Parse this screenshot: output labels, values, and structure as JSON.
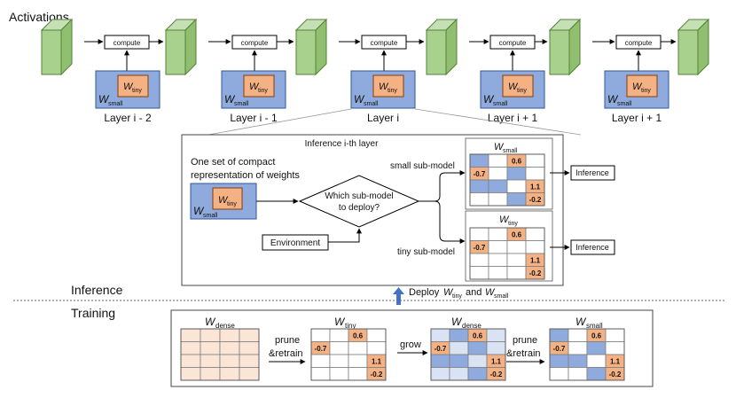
{
  "top": {
    "activations_label": "Activations",
    "compute_label": "compute",
    "layer_labels": [
      "Layer i - 2",
      "Layer i - 1",
      "Layer i",
      "Layer i + 1",
      "Layer i + 1"
    ],
    "w_small_label": "W_small",
    "w_tiny_label": "W_tiny"
  },
  "inference_panel": {
    "title": "Inference i-th layer",
    "compact_weights_line1": "One set of compact",
    "compact_weights_line2": "representation of weights",
    "decision_line1": "Which sub-model",
    "decision_line2": "to deploy?",
    "environment_label": "Environment",
    "small_submodel_label": "small sub-model",
    "tiny_submodel_label": "tiny sub-model",
    "inference_label": "Inference",
    "small_matrix_title": "W_small",
    "tiny_matrix_title": "W_tiny"
  },
  "section_labels": {
    "inference": "Inference",
    "training": "Training",
    "deploy": "Deploy W_tiny and W_small"
  },
  "training_panel": {
    "dense_title": "W_dense",
    "tiny_title": "W_tiny",
    "dense2_title": "W_dense",
    "small_title": "W_small",
    "prune_retrain_line1": "prune",
    "prune_retrain_line2": "&retrain",
    "grow_label": "grow"
  },
  "matrix_values": {
    "v1": "0.6",
    "v2": "-0.7",
    "v3": "1.1",
    "v4": "-0.2"
  },
  "colors": {
    "green": "#a9d18e",
    "blue": "#8faadc",
    "orange": "#f4b183",
    "light_orange": "#fbe5d6",
    "light_blue": "#dae3f3"
  }
}
